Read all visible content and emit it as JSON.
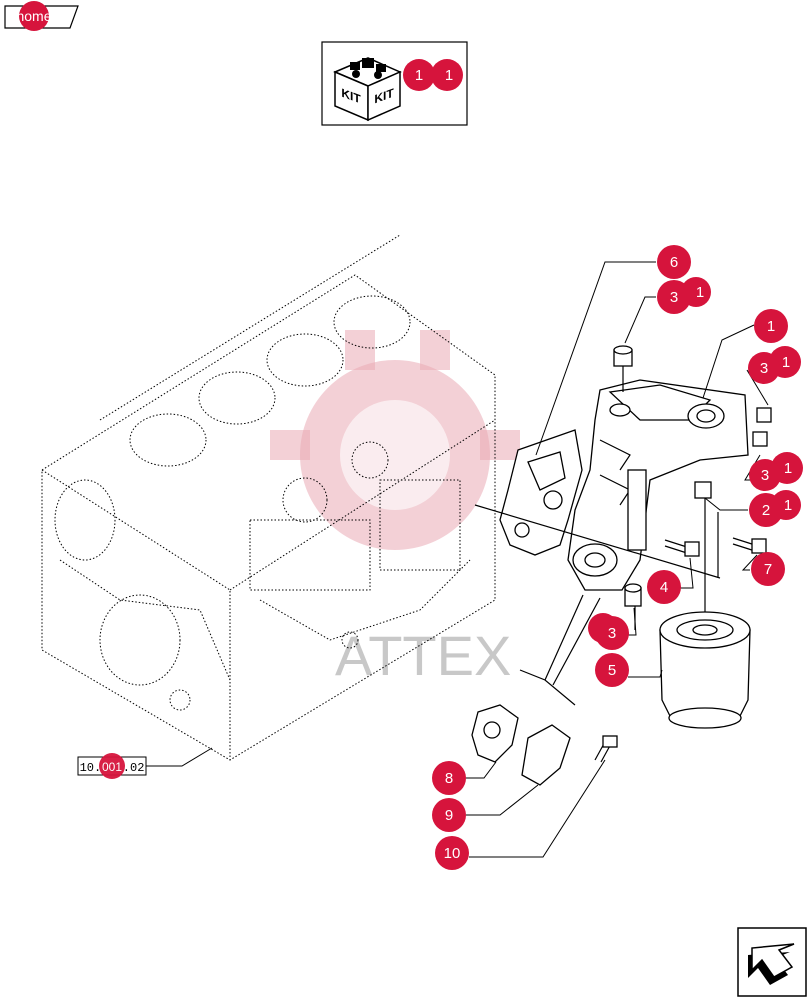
{
  "home": {
    "label": "home"
  },
  "kit": {
    "label_left": "KIT",
    "label_right": "KIT",
    "callout": "1",
    "callout_ghost": "1"
  },
  "reference": {
    "code": "10.001.02"
  },
  "watermark": {
    "text": "ATTEX"
  },
  "colors": {
    "callout": "#d6143c",
    "line": "#000000",
    "background": "#ffffff"
  },
  "callouts": [
    {
      "id": "c6",
      "label": "6"
    },
    {
      "id": "c3a",
      "label": "3",
      "ghost": "1"
    },
    {
      "id": "c1a",
      "label": "1"
    },
    {
      "id": "c3b",
      "label": "3",
      "ghost": "1"
    },
    {
      "id": "c3c",
      "label": "3",
      "ghost": "1"
    },
    {
      "id": "c2",
      "label": "2",
      "ghost": "1"
    },
    {
      "id": "c7",
      "label": "7"
    },
    {
      "id": "c4",
      "label": "4"
    },
    {
      "id": "c3d",
      "label": "3"
    },
    {
      "id": "c5",
      "label": "5"
    },
    {
      "id": "c8",
      "label": "8"
    },
    {
      "id": "c9",
      "label": "9"
    },
    {
      "id": "c10",
      "label": "10"
    }
  ],
  "nav": {
    "icon": "return-arrow-icon"
  }
}
